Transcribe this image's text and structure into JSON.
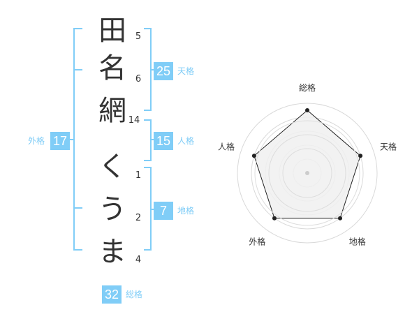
{
  "name": {
    "characters": [
      {
        "char": "田",
        "strokes": "5"
      },
      {
        "char": "名",
        "strokes": "6"
      },
      {
        "char": "網",
        "strokes": "14"
      },
      {
        "char": "く",
        "strokes": "1"
      },
      {
        "char": "う",
        "strokes": "2"
      },
      {
        "char": "ま",
        "strokes": "4"
      }
    ]
  },
  "kakusuu": {
    "tenkaku": {
      "value": "25",
      "label": "天格"
    },
    "jinkaku": {
      "value": "15",
      "label": "人格"
    },
    "chikaku": {
      "value": "7",
      "label": "地格"
    },
    "gaikaku": {
      "value": "17",
      "label": "外格"
    },
    "soukaku": {
      "value": "32",
      "label": "総格"
    }
  },
  "colors": {
    "accent": "#80cdf7",
    "text": "#333333",
    "radar_fill": "#f0f0f0",
    "radar_ring": "#d9d9d9",
    "radar_line": "#222222"
  },
  "chart_data": {
    "type": "radar",
    "axes": [
      "総格",
      "天格",
      "地格",
      "外格",
      "人格"
    ],
    "values": [
      0.9,
      0.8,
      0.8,
      0.8,
      0.8
    ],
    "range": [
      0,
      1
    ],
    "rings": 4,
    "grid": true
  }
}
